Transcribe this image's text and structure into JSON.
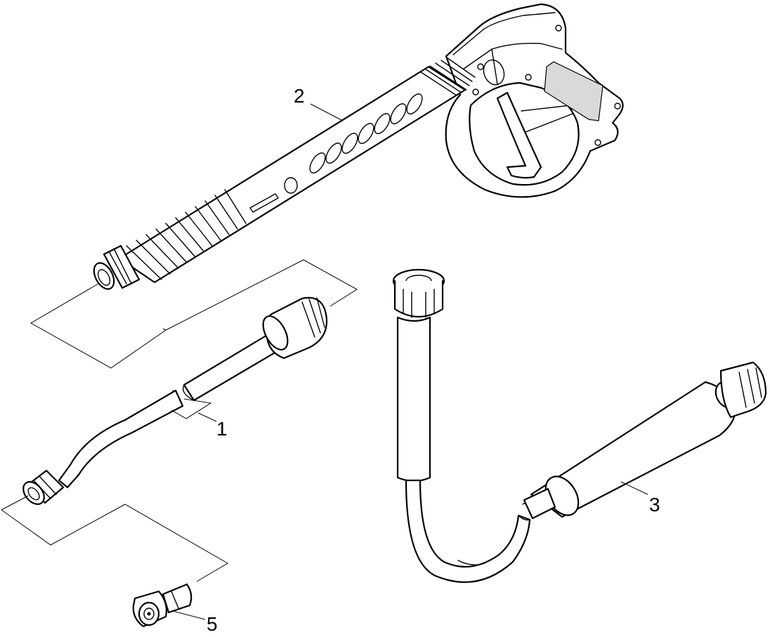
{
  "parts": [
    {
      "id": "lance",
      "callout": "1"
    },
    {
      "id": "trigger-gun",
      "callout": "2"
    },
    {
      "id": "extension-hose",
      "callout": "3"
    },
    {
      "id": "nozzle",
      "callout": "5"
    }
  ],
  "colors": {
    "line": "#000000",
    "background": "#ffffff",
    "grip_fill": "#d9d9d9"
  }
}
